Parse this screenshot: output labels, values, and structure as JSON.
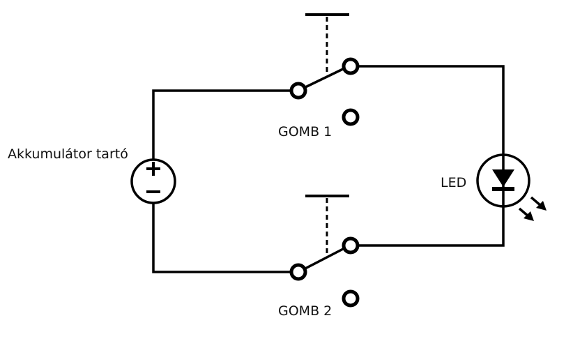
{
  "diagram": {
    "type": "circuit-schematic",
    "labels": {
      "battery": "Akkumulátor tartó",
      "button1": "GOMB 1",
      "button2": "GOMB 2",
      "led": "LED"
    },
    "battery_polarity": {
      "plus": "+",
      "minus": "−"
    },
    "components": [
      {
        "id": "battery",
        "kind": "battery-holder",
        "label_key": "battery"
      },
      {
        "id": "gomb1",
        "kind": "push-button-switch-spdt",
        "label_key": "button1"
      },
      {
        "id": "gomb2",
        "kind": "push-button-switch-spdt",
        "label_key": "button2"
      },
      {
        "id": "led",
        "kind": "led",
        "label_key": "led"
      }
    ],
    "connections": [
      [
        "battery.plus",
        "gomb1.common"
      ],
      [
        "gomb1.throw_a",
        "led.anode"
      ],
      [
        "led.cathode",
        "gomb2.throw_a"
      ],
      [
        "gomb2.common",
        "battery.minus"
      ]
    ]
  }
}
